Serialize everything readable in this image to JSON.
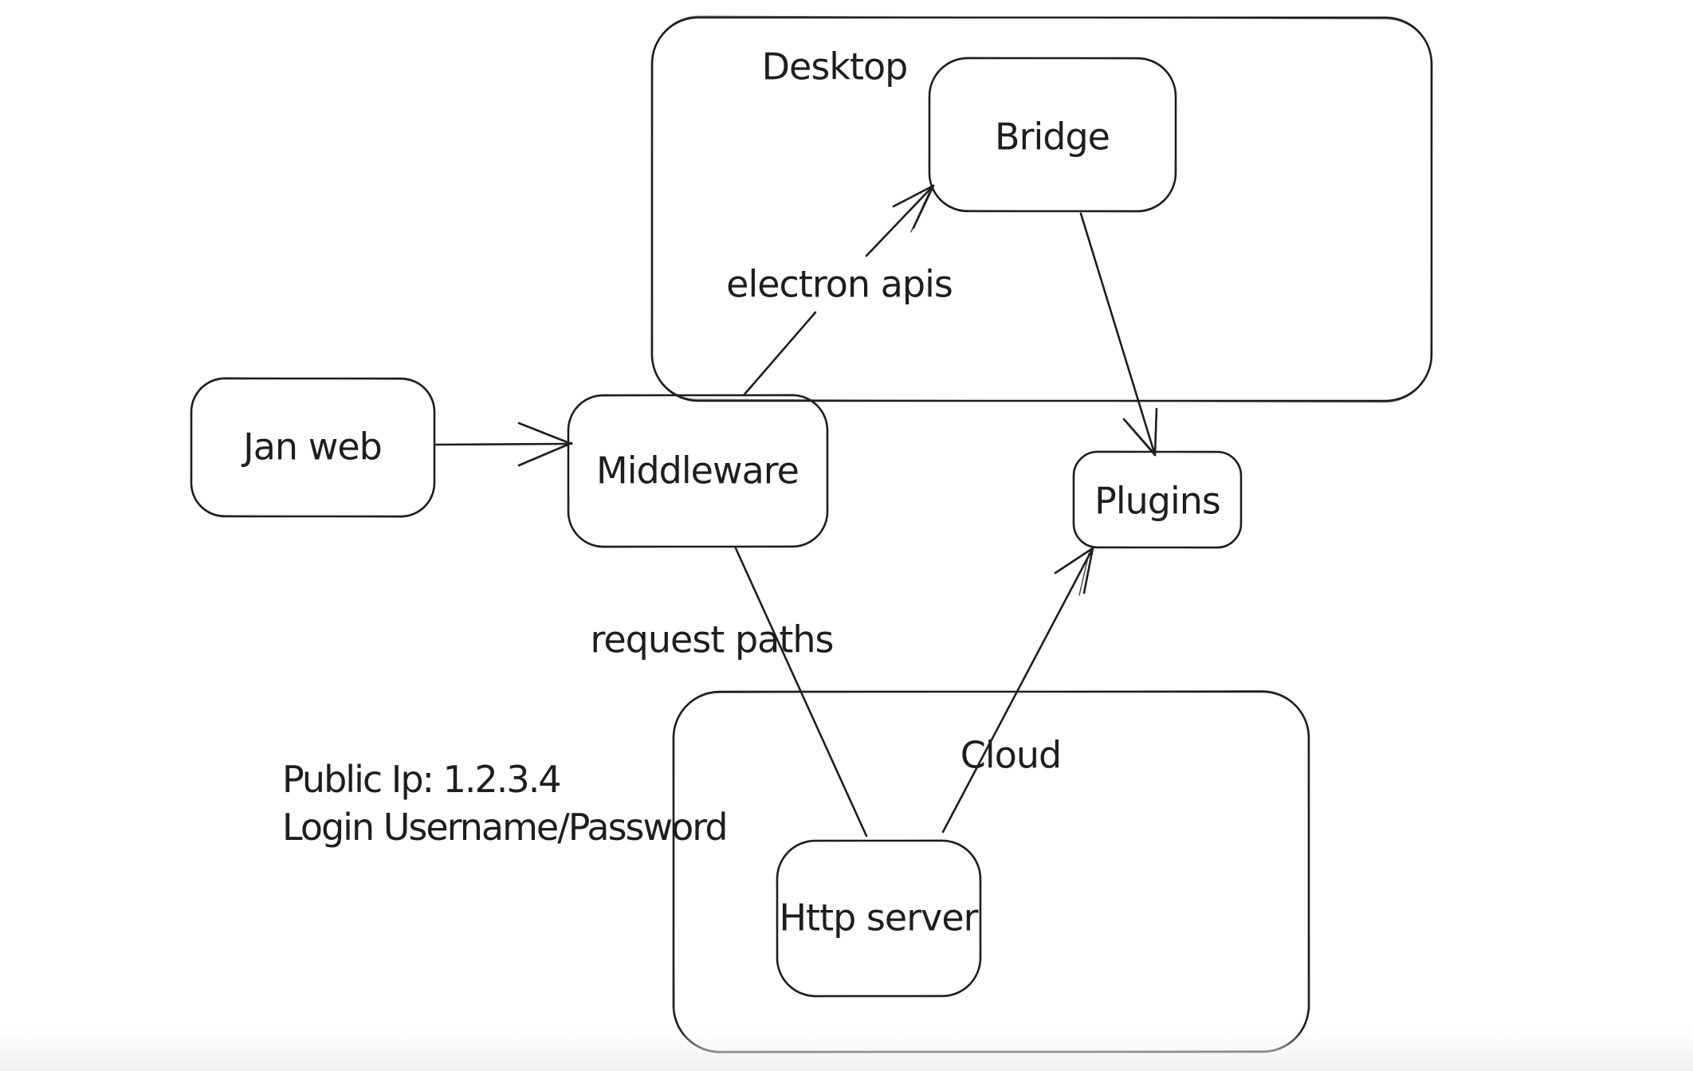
{
  "app": {
    "background": "#ffffff",
    "stroke_color": "#1e1e1e"
  },
  "containers": {
    "desktop": {
      "label": "Desktop"
    },
    "cloud": {
      "label": "Cloud"
    }
  },
  "nodes": {
    "jan_web": {
      "label": "Jan web"
    },
    "middleware": {
      "label": "Middleware"
    },
    "bridge": {
      "label": "Bridge"
    },
    "plugins": {
      "label": "Plugins"
    },
    "http_server": {
      "label": "Http server"
    }
  },
  "edges": {
    "middleware_to_bridge": {
      "label": "electron apis"
    },
    "middleware_to_http_server": {
      "label": "request paths"
    }
  },
  "annotations": {
    "public_ip": "Public Ip: 1.2.3.4",
    "login": "Login Username/Password"
  }
}
